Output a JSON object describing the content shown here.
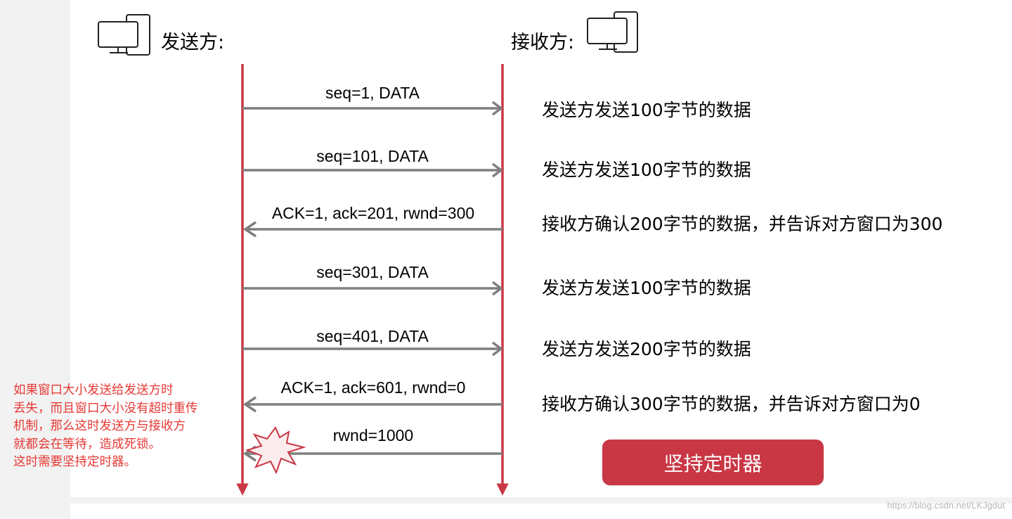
{
  "sender": {
    "label": "发送方:",
    "icon": "computer-icon"
  },
  "receiver": {
    "label": "接收方:",
    "icon": "computer-icon"
  },
  "messages": [
    {
      "label": "seq=1, DATA",
      "direction": "to-receiver",
      "description": "发送方发送100字节的数据"
    },
    {
      "label": "seq=101, DATA",
      "direction": "to-receiver",
      "description": "发送方发送100字节的数据"
    },
    {
      "label": "ACK=1, ack=201, rwnd=300",
      "direction": "to-sender",
      "description": "接收方确认200字节的数据，并告诉对方窗口为300"
    },
    {
      "label": "seq=301, DATA",
      "direction": "to-receiver",
      "description": "发送方发送100字节的数据"
    },
    {
      "label": "seq=401, DATA",
      "direction": "to-receiver",
      "description": "发送方发送200字节的数据"
    },
    {
      "label": "ACK=1, ack=601, rwnd=0",
      "direction": "to-sender",
      "description": "接收方确认300字节的数据，并告诉对方窗口为0"
    },
    {
      "label": "rwnd=1000",
      "direction": "to-sender",
      "description": "",
      "lost": true
    }
  ],
  "annotation": {
    "lines": [
      "如果窗口大小发送给发送方时",
      "丢失，而且窗口大小没有超时重传",
      "机制，那么这时发送方与接收方",
      "就都会在等待，造成死锁。",
      "这时需要坚持定时器。"
    ]
  },
  "timer_button": {
    "label": "坚持定时器"
  },
  "watermark_url": "https://blog.csdn.net/LKJgdut",
  "colors": {
    "lifeline": "#c93745",
    "arrow": "#7f7f7f",
    "annotation_text": "#e53935",
    "button_bg": "#c93745",
    "burst": "#c93745"
  }
}
